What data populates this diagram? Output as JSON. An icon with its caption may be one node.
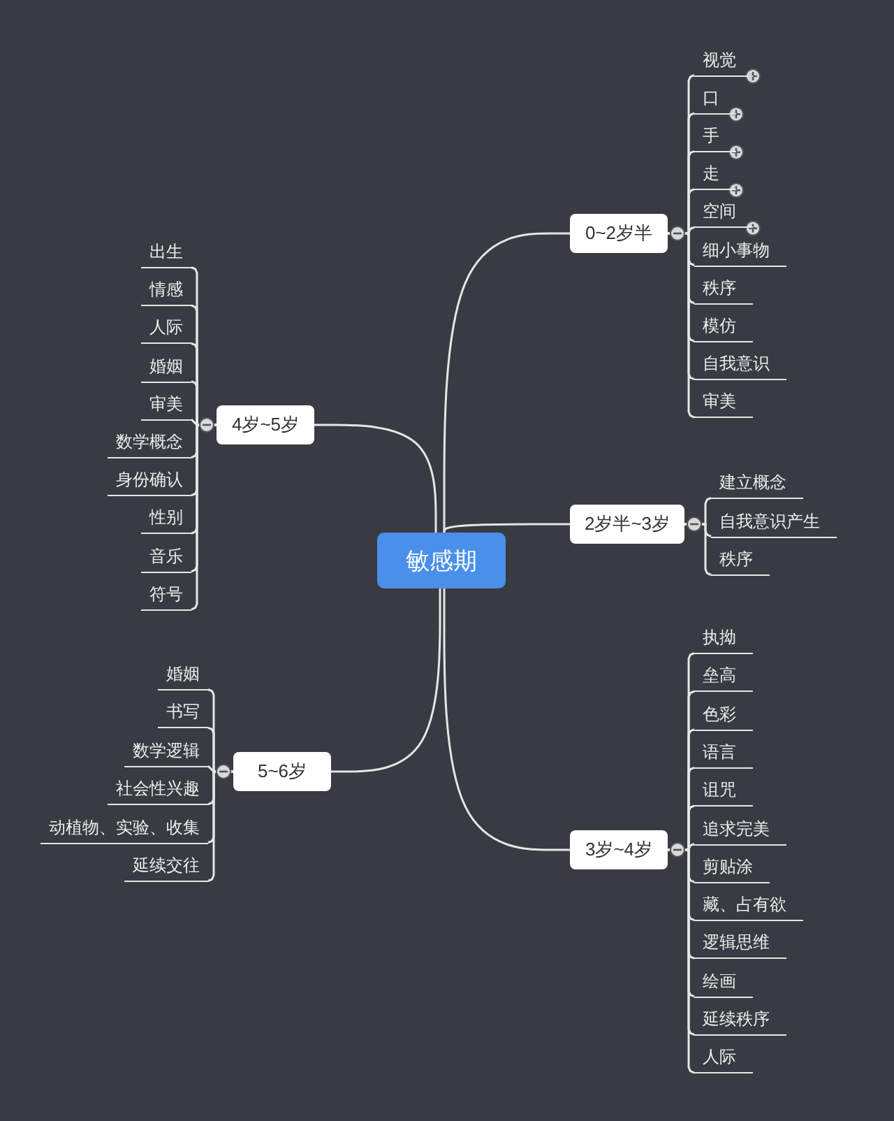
{
  "diagram": {
    "nodes": [
      {
        "text": [
          "敏感期"
        ]
      },
      {
        "text": [
          "0~2岁半"
        ]
      },
      {
        "text": [
          "视觉"
        ]
      },
      {
        "text": [
          "口"
        ]
      },
      {
        "text": [
          "手"
        ]
      },
      {
        "text": [
          "走"
        ]
      },
      {
        "text": [
          "空间"
        ]
      },
      {
        "text": [
          "细小事物"
        ]
      },
      {
        "text": [
          "秩序"
        ]
      },
      {
        "text": [
          "模仿"
        ]
      },
      {
        "text": [
          "自我意识"
        ]
      },
      {
        "text": [
          "审美"
        ]
      },
      {
        "text": [
          "2岁半~3岁"
        ]
      },
      {
        "text": [
          "建立概念"
        ]
      },
      {
        "text": [
          "自我意识产生"
        ]
      },
      {
        "text": [
          "秩序"
        ]
      },
      {
        "text": [
          "3岁~4岁"
        ]
      },
      {
        "text": [
          "执拗"
        ]
      },
      {
        "text": [
          "垒高"
        ]
      },
      {
        "text": [
          "色彩"
        ]
      },
      {
        "text": [
          "语言"
        ]
      },
      {
        "text": [
          "诅咒"
        ]
      },
      {
        "text": [
          "追求完美"
        ]
      },
      {
        "text": [
          "剪贴涂"
        ]
      },
      {
        "text": [
          "藏、占有欲"
        ]
      },
      {
        "text": [
          "逻辑思维"
        ]
      },
      {
        "text": [
          "绘画"
        ]
      },
      {
        "text": [
          "延续秩序"
        ]
      },
      {
        "text": [
          "人际"
        ]
      },
      {
        "text": [
          "4岁~5岁"
        ]
      },
      {
        "text": [
          "出生"
        ]
      },
      {
        "text": [
          "情感"
        ]
      },
      {
        "text": [
          "人际"
        ]
      },
      {
        "text": [
          "婚姻"
        ]
      },
      {
        "text": [
          "审美"
        ]
      },
      {
        "text": [
          "数学概念"
        ]
      },
      {
        "text": [
          "身份确认"
        ]
      },
      {
        "text": [
          "性别"
        ]
      },
      {
        "text": [
          "音乐"
        ]
      },
      {
        "text": [
          "符号"
        ]
      },
      {
        "text": [
          "5~6岁"
        ]
      },
      {
        "text": [
          "婚姻"
        ]
      },
      {
        "text": [
          "书写"
        ]
      },
      {
        "text": [
          "数学逻辑"
        ]
      },
      {
        "text": [
          "社会性兴趣"
        ]
      },
      {
        "text": [
          "动植物、实验、收集"
        ]
      },
      {
        "text": [
          "延续交往"
        ]
      }
    ],
    "edges": [
      {
        "from": 0,
        "to": 1,
        "arrow": "none"
      },
      {
        "from": 1,
        "to": 2,
        "arrow": "none"
      },
      {
        "from": 1,
        "to": 3,
        "arrow": "none"
      },
      {
        "from": 1,
        "to": 4,
        "arrow": "none"
      },
      {
        "from": 1,
        "to": 5,
        "arrow": "none"
      },
      {
        "from": 1,
        "to": 6,
        "arrow": "none"
      },
      {
        "from": 1,
        "to": 7,
        "arrow": "none"
      },
      {
        "from": 1,
        "to": 8,
        "arrow": "none"
      },
      {
        "from": 1,
        "to": 9,
        "arrow": "none"
      },
      {
        "from": 1,
        "to": 10,
        "arrow": "none"
      },
      {
        "from": 1,
        "to": 11,
        "arrow": "none"
      },
      {
        "from": 0,
        "to": 12,
        "arrow": "none"
      },
      {
        "from": 12,
        "to": 13,
        "arrow": "none"
      },
      {
        "from": 12,
        "to": 14,
        "arrow": "none"
      },
      {
        "from": 12,
        "to": 15,
        "arrow": "none"
      },
      {
        "from": 0,
        "to": 16,
        "arrow": "none"
      },
      {
        "from": 16,
        "to": 17,
        "arrow": "none"
      },
      {
        "from": 16,
        "to": 18,
        "arrow": "none"
      },
      {
        "from": 16,
        "to": 19,
        "arrow": "none"
      },
      {
        "from": 16,
        "to": 20,
        "arrow": "none"
      },
      {
        "from": 16,
        "to": 21,
        "arrow": "none"
      },
      {
        "from": 16,
        "to": 22,
        "arrow": "none"
      },
      {
        "from": 16,
        "to": 23,
        "arrow": "none"
      },
      {
        "from": 16,
        "to": 24,
        "arrow": "none"
      },
      {
        "from": 16,
        "to": 25,
        "arrow": "none"
      },
      {
        "from": 16,
        "to": 26,
        "arrow": "none"
      },
      {
        "from": 16,
        "to": 27,
        "arrow": "none"
      },
      {
        "from": 16,
        "to": 28,
        "arrow": "none"
      },
      {
        "from": 0,
        "to": 29,
        "arrow": "none"
      },
      {
        "from": 29,
        "to": 30,
        "arrow": "none"
      },
      {
        "from": 29,
        "to": 31,
        "arrow": "none"
      },
      {
        "from": 29,
        "to": 32,
        "arrow": "none"
      },
      {
        "from": 29,
        "to": 33,
        "arrow": "none"
      },
      {
        "from": 29,
        "to": 34,
        "arrow": "none"
      },
      {
        "from": 29,
        "to": 35,
        "arrow": "none"
      },
      {
        "from": 29,
        "to": 36,
        "arrow": "none"
      },
      {
        "from": 29,
        "to": 37,
        "arrow": "none"
      },
      {
        "from": 29,
        "to": 38,
        "arrow": "none"
      },
      {
        "from": 29,
        "to": 39,
        "arrow": "none"
      },
      {
        "from": 0,
        "to": 40,
        "arrow": "none"
      },
      {
        "from": 40,
        "to": 41,
        "arrow": "none"
      },
      {
        "from": 40,
        "to": 42,
        "arrow": "none"
      },
      {
        "from": 40,
        "to": 43,
        "arrow": "none"
      },
      {
        "from": 40,
        "to": 44,
        "arrow": "none"
      },
      {
        "from": 40,
        "to": 45,
        "arrow": "none"
      },
      {
        "from": 40,
        "to": 46,
        "arrow": "none"
      }
    ]
  }
}
